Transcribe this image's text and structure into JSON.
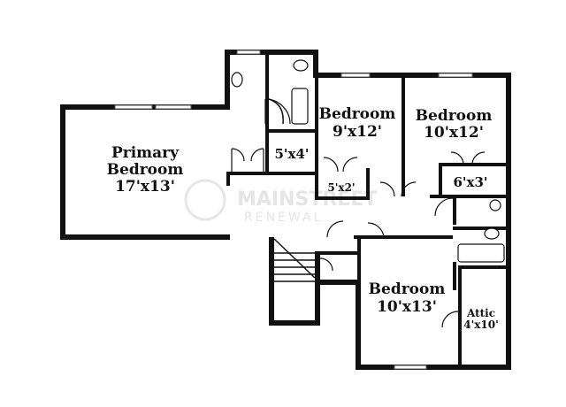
{
  "rooms": {
    "primary": {
      "name_line1": "Primary",
      "name_line2": "Bedroom",
      "dims": "17'x13'"
    },
    "bedroom_a": {
      "name": "Bedroom",
      "dims": "9'x12'"
    },
    "bedroom_b": {
      "name": "Bedroom",
      "dims": "10'x12'"
    },
    "bedroom_c": {
      "name": "Bedroom",
      "dims": "10'x13'"
    },
    "closet_5x4": {
      "dims": "5'x4'"
    },
    "closet_5x2": {
      "dims": "5'x2'"
    },
    "closet_6x3": {
      "dims": "6'x3'"
    },
    "attic": {
      "name": "Attic",
      "dims": "4'x10'"
    }
  },
  "watermark": {
    "line1": "MAINSTREET",
    "line2": "RENEWAL"
  }
}
